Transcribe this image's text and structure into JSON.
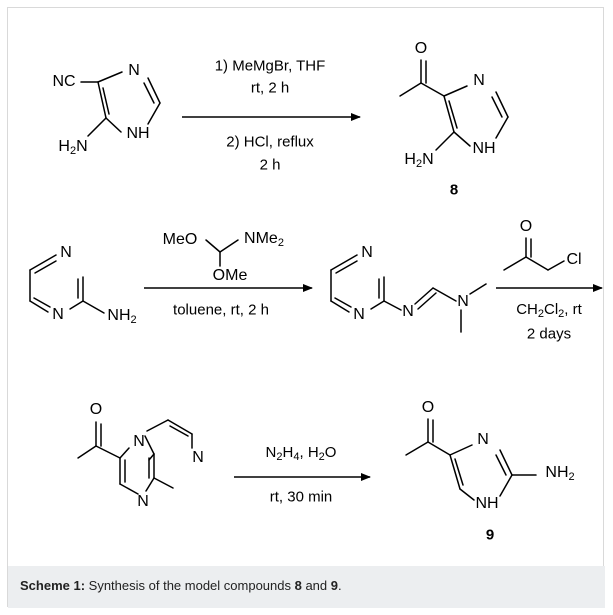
{
  "scheme": {
    "step1": {
      "cond_line1": "1) MeMgBr, THF",
      "cond_line2": "rt, 2 h",
      "cond_line3": "2) HCl, reflux",
      "cond_line4": "2 h",
      "product_number": "8"
    },
    "step2": {
      "reagent_top": "MeO",
      "reagent_nme": "NMe",
      "reagent_ome": "OMe",
      "cond_line1": "toluene, rt, 2 h"
    },
    "step3": {
      "reagent_cl": "Cl",
      "reagent_o": "O",
      "cond_line1": "CH",
      "cond_line1_rest": "Cl",
      "cond_line1_tail": ", rt",
      "cond_line2": "2 days"
    },
    "step4": {
      "cond_line1_a": "N",
      "cond_line1_b": "H",
      "cond_line1_c": ", H",
      "cond_line1_d": "O",
      "cond_line2": "rt, 30 min",
      "product_number": "9"
    },
    "atoms": {
      "nc": "NC",
      "n": "N",
      "nh": "NH",
      "h2n": "H",
      "o": "O",
      "nh2": "NH"
    }
  },
  "caption": {
    "label": "Scheme 1:",
    "text_before": " Synthesis of the model compounds ",
    "cmpd_a": "8",
    "text_mid": " and ",
    "cmpd_b": "9",
    "text_end": "."
  }
}
